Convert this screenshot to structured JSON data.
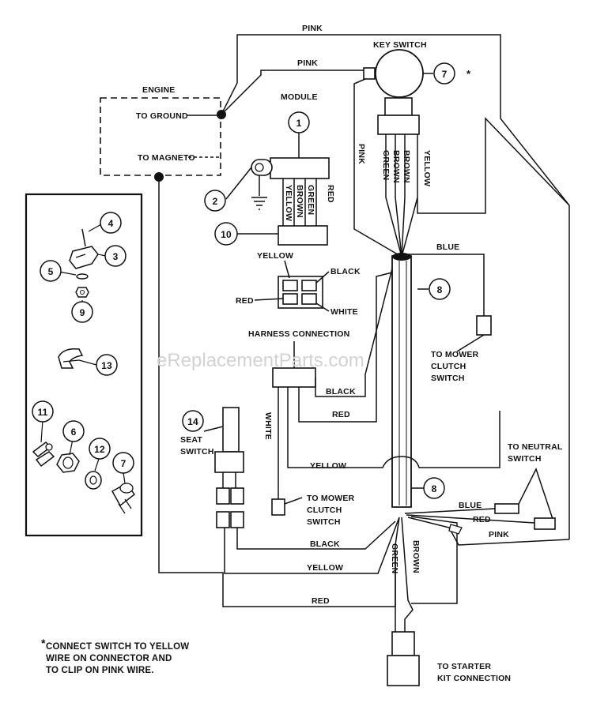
{
  "labels": {
    "engine": "ENGINE",
    "to_ground": "TO GROUND",
    "to_magneto": "TO MAGNETO",
    "module": "MODULE",
    "key_switch": "KEY SWITCH",
    "asterisk": "*",
    "pink_top": "PINK",
    "pink_mid": "PINK",
    "pink_key": "PINK",
    "pink_bottom": "PINK",
    "green_key": "GREEN",
    "brown_key": "BROWN",
    "brown_key2": "BROWN",
    "yellow_key": "YELLOW",
    "yellow_mod": "YELLOW",
    "brown_mod": "BROWN",
    "green_mod": "GREEN",
    "red_mod": "RED",
    "yellow_conn": "YELLOW",
    "black_conn": "BLACK",
    "red_conn": "RED",
    "white_conn": "WHITE",
    "blue_top": "BLUE",
    "to_mower_clutch_1": "TO MOWER",
    "to_mower_clutch_2": "CLUTCH",
    "to_mower_clutch_3": "SWITCH",
    "harness_connection": "HARNESS CONNECTION",
    "black_harness": "BLACK",
    "red_harness": "RED",
    "white_harness": "WHITE",
    "yellow_harness": "YELLOW",
    "seat_switch_1": "SEAT",
    "seat_switch_2": "SWITCH",
    "to_neutral_1": "TO NEUTRAL",
    "to_neutral_2": "SWITCH",
    "blue_bottom": "BLUE",
    "red_bottom": "RED",
    "to_mower_b1": "TO MOWER",
    "to_mower_b2": "CLUTCH",
    "to_mower_b3": "SWITCH",
    "black_bottom": "BLACK",
    "green_bottom": "GREEN",
    "brown_bottom": "BROWN",
    "yellow_bottom": "YELLOW",
    "red_lowest": "RED",
    "to_starter_1": "TO STARTER",
    "to_starter_2": "KIT CONNECTION"
  },
  "callouts": [
    "1",
    "2",
    "3",
    "4",
    "5",
    "6",
    "7",
    "8",
    "9",
    "10",
    "11",
    "12",
    "13",
    "14"
  ],
  "note_lines": [
    "CONNECT SWITCH TO YELLOW",
    "WIRE ON CONNECTOR AND",
    "TO CLIP ON PINK WIRE."
  ],
  "note_marker": "*",
  "watermark": "eReplacementParts.com"
}
